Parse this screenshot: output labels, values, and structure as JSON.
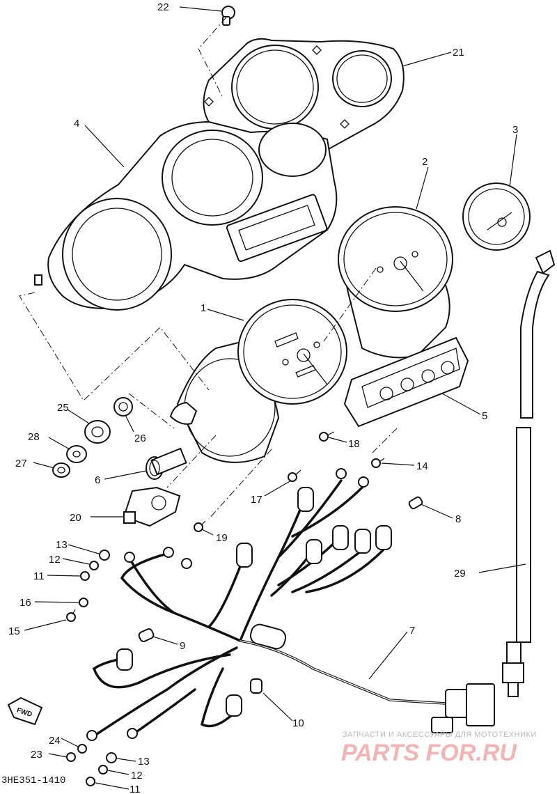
{
  "diagram": {
    "callouts": [
      "1",
      "2",
      "3",
      "4",
      "5",
      "6",
      "7",
      "8",
      "9",
      "10",
      "11",
      "12",
      "13",
      "14",
      "15",
      "16",
      "17",
      "18",
      "19",
      "20",
      "21",
      "22",
      "23",
      "24",
      "25",
      "26",
      "27",
      "28",
      "29",
      "11",
      "12",
      "13"
    ],
    "part_code": "3HE351-1410",
    "fwd_label": "FWD",
    "watermark_text": "ЗАПЧАСТИ И АКСЕССУАРЫ ДЛЯ МОТОТЕХНИКИ",
    "watermark_brand": "PARTS FOR.RU"
  }
}
